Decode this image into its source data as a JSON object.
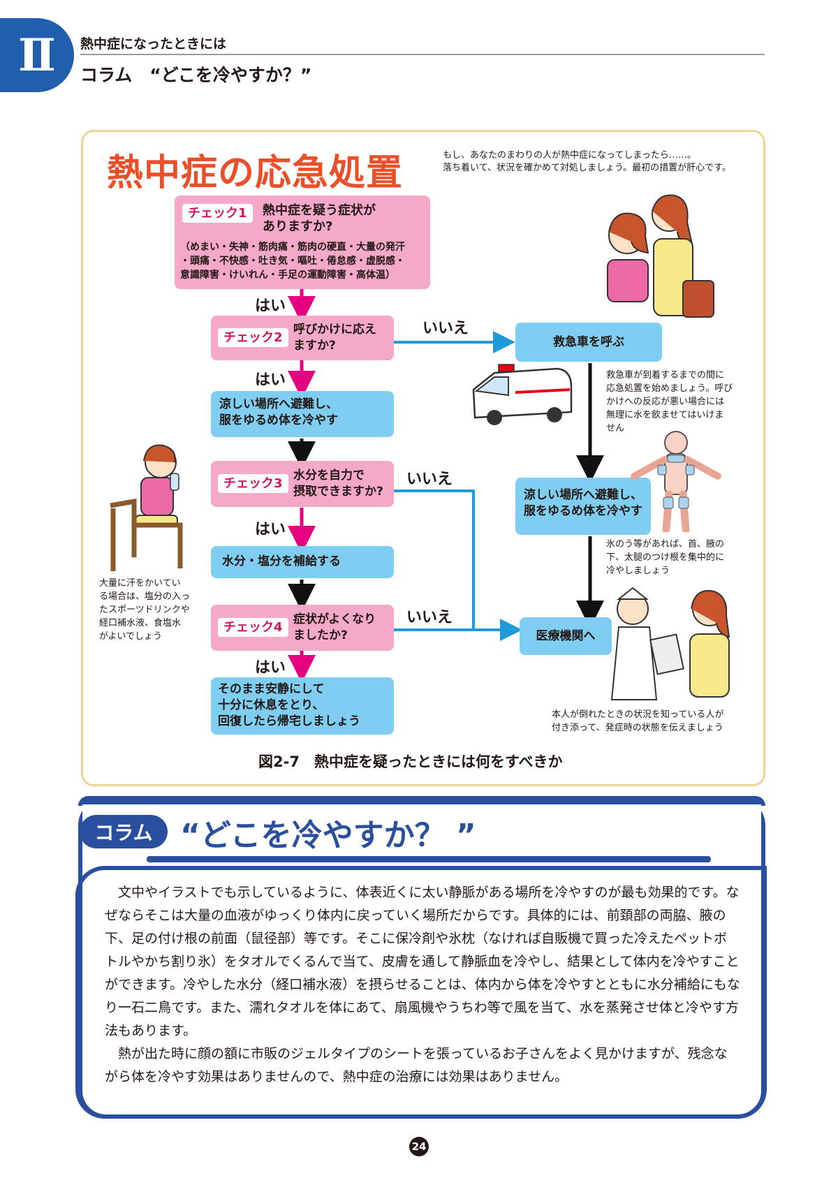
{
  "header": {
    "chapter_numeral": "Ⅱ",
    "section": "熱中症になったときには",
    "title": "コラム　“どこを冷やすか？”"
  },
  "figure": {
    "title": "熱中症の応急処置",
    "intro_line1": "もし、あなたのまわりの人が熱中症になってしまったら……。",
    "intro_line2": "落ち着いて、状況を確かめて対処しましょう。最初の措置が肝心です。",
    "check1": {
      "badge": "チェック1",
      "q1": "熱中症を疑う症状が",
      "q2": "ありますか?",
      "sym1": "（めまい・失神・筋肉痛・筋肉の硬直・大量の発汗",
      "sym2": "・頭痛・不快感・吐き気・嘔吐・倦怠感・虚脱感・",
      "sym3": "意識障害・けいれん・手足の運動障害・高体温）"
    },
    "check2": {
      "badge": "チェック2",
      "q1": "呼びかけに応え",
      "q2": "ますか?"
    },
    "step_cool_1": "涼しい場所へ避難し、",
    "step_cool_2": "服をゆるめ体を冷やす",
    "check3": {
      "badge": "チェック3",
      "q1": "水分を自力で",
      "q2": "摂取できますか?"
    },
    "step_water": "水分・塩分を補給する",
    "check4": {
      "badge": "チェック4",
      "q1": "症状がよくなり",
      "q2": "ましたか?"
    },
    "final_1": "そのまま安静にして",
    "final_2": "十分に休息をとり、",
    "final_3": "回復したら帰宅しましょう",
    "yes": "はい",
    "no": "いいえ",
    "ambulance": "救急車を呼ぶ",
    "right_cool_1": "涼しい場所へ避難し、",
    "right_cool_2": "服をゆるめ体を冷やす",
    "hospital": "医療機関へ",
    "note_ambulance": [
      "救急車が到着するまでの間に",
      "応急処置を始めましょう。呼び",
      "かけへの反応が悪い場合には",
      "無理に水を飲ませてはいけま",
      "せん"
    ],
    "note_ice": [
      "氷のう等があれば、首、腋の",
      "下、太腿のつけ根を集中的に",
      "冷やしましょう"
    ],
    "note_sweat": [
      "大量に汗をかいてい",
      "る場合は、塩分の入っ",
      "たスポーツドリンクや",
      "経口補水液、食塩水",
      "がよいでしょう"
    ],
    "note_hospital": [
      "本人が倒れたときの状況を知っている人が",
      "付き添って、発症時の状態を伝えましょう"
    ],
    "caption": "図2-7　熱中症を疑ったときには何をすべきか"
  },
  "column": {
    "badge": "コラム",
    "title": "“どこを冷やすか？ ”",
    "para1": "文中やイラストでも示しているように、体表近くに太い静脈がある場所を冷やすのが最も効果的です。なぜならそこは大量の血液がゆっくり体内に戻っていく場所だからです。具体的には、前頚部の両脇、腋の下、足の付け根の前面（鼠径部）等です。そこに保冷剤や氷枕（なければ自販機で買った冷えたペットボトルやかち割り氷）をタオルでくるんで当て、皮膚を通して静脈血を冷やし、結果として体内を冷やすことができます。冷やした水分（経口補水液）を摂らせることは、体内から体を冷やすとともに水分補給にもなり一石二鳥です。また、濡れタオルを体にあて、扇風機やうちわ等で風を当て、水を蒸発させ体と冷やす方法もあります。",
    "para2": "熱が出た時に顔の額に市販のジェルタイプのシートを張っているお子さんをよく見かけますが、残念ながら体を冷やす効果はありませんので、熱中症の治療には効果はありません。"
  },
  "page_number": "24",
  "colors": {
    "chapter_blue": "#1f5fae",
    "title_orange": "#e9502a",
    "pink_box": "#f4a9c8",
    "blue_box": "#7fcdf0",
    "arrow_magenta": "#e4007f",
    "arrow_blue": "#1e9ad6",
    "column_navy": "#2a4f9e"
  }
}
